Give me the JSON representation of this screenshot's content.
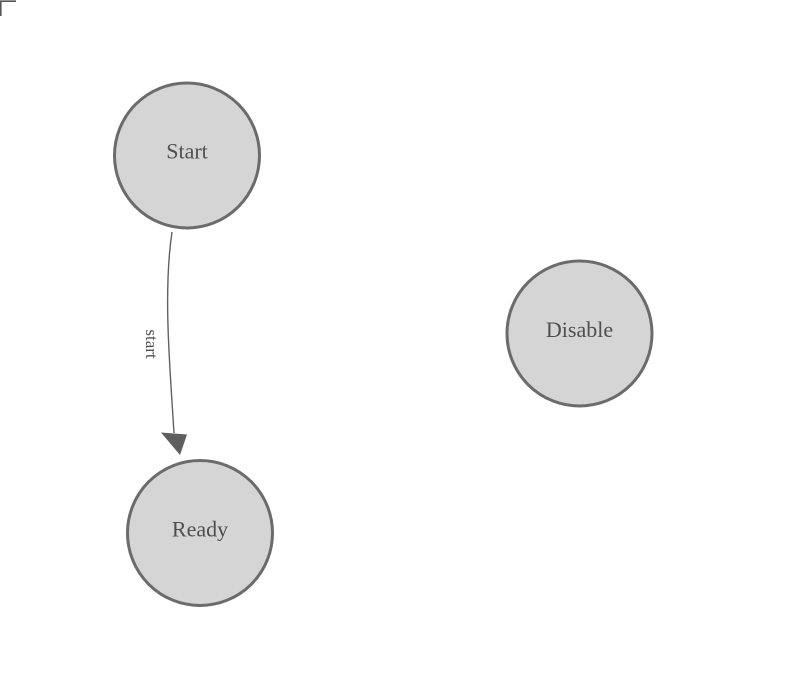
{
  "diagram": {
    "type": "state-machine",
    "background": "#ffffff",
    "nodes": [
      {
        "id": "start",
        "label": "Start"
      },
      {
        "id": "ready",
        "label": "Ready"
      },
      {
        "id": "disable",
        "label": "Disable"
      }
    ],
    "edges": [
      {
        "id": "start-to-ready",
        "from": "Start",
        "to": "Ready",
        "label": "start",
        "arrowhead": "solid-triangle"
      }
    ],
    "colors": {
      "node_fill": "#d5d5d5",
      "node_stroke": "#6b6b6b",
      "node_label": "#4f4f4f",
      "edge_stroke": "#616161",
      "edge_arrowhead": "#5e5e5e",
      "edge_label": "#4f4f4f",
      "corner_mark": "#565656",
      "background": "#ffffff"
    }
  }
}
